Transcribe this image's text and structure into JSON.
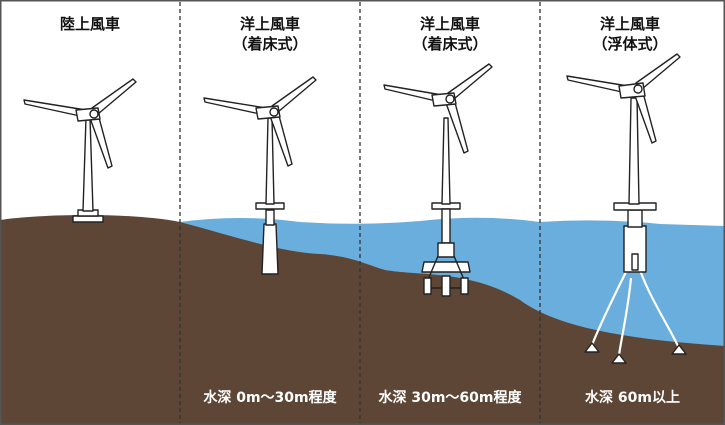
{
  "panels": [
    {
      "title": "陸上風車",
      "subtitle": "",
      "depth": ""
    },
    {
      "title": "洋上風車",
      "subtitle": "（着床式）",
      "depth": "水深 0m〜30m程度"
    },
    {
      "title": "洋上風車",
      "subtitle": "（着床式）",
      "depth": "水深 30m〜60m程度"
    },
    {
      "title": "洋上風車",
      "subtitle": "（浮体式）",
      "depth": "水深 60m以上"
    }
  ],
  "colors": {
    "ground": "#5d4636",
    "sea": "#6aaedd",
    "turbine_fill": "#ffffff",
    "outline": "#222222",
    "divider": "#333333",
    "frame": "#555555"
  }
}
